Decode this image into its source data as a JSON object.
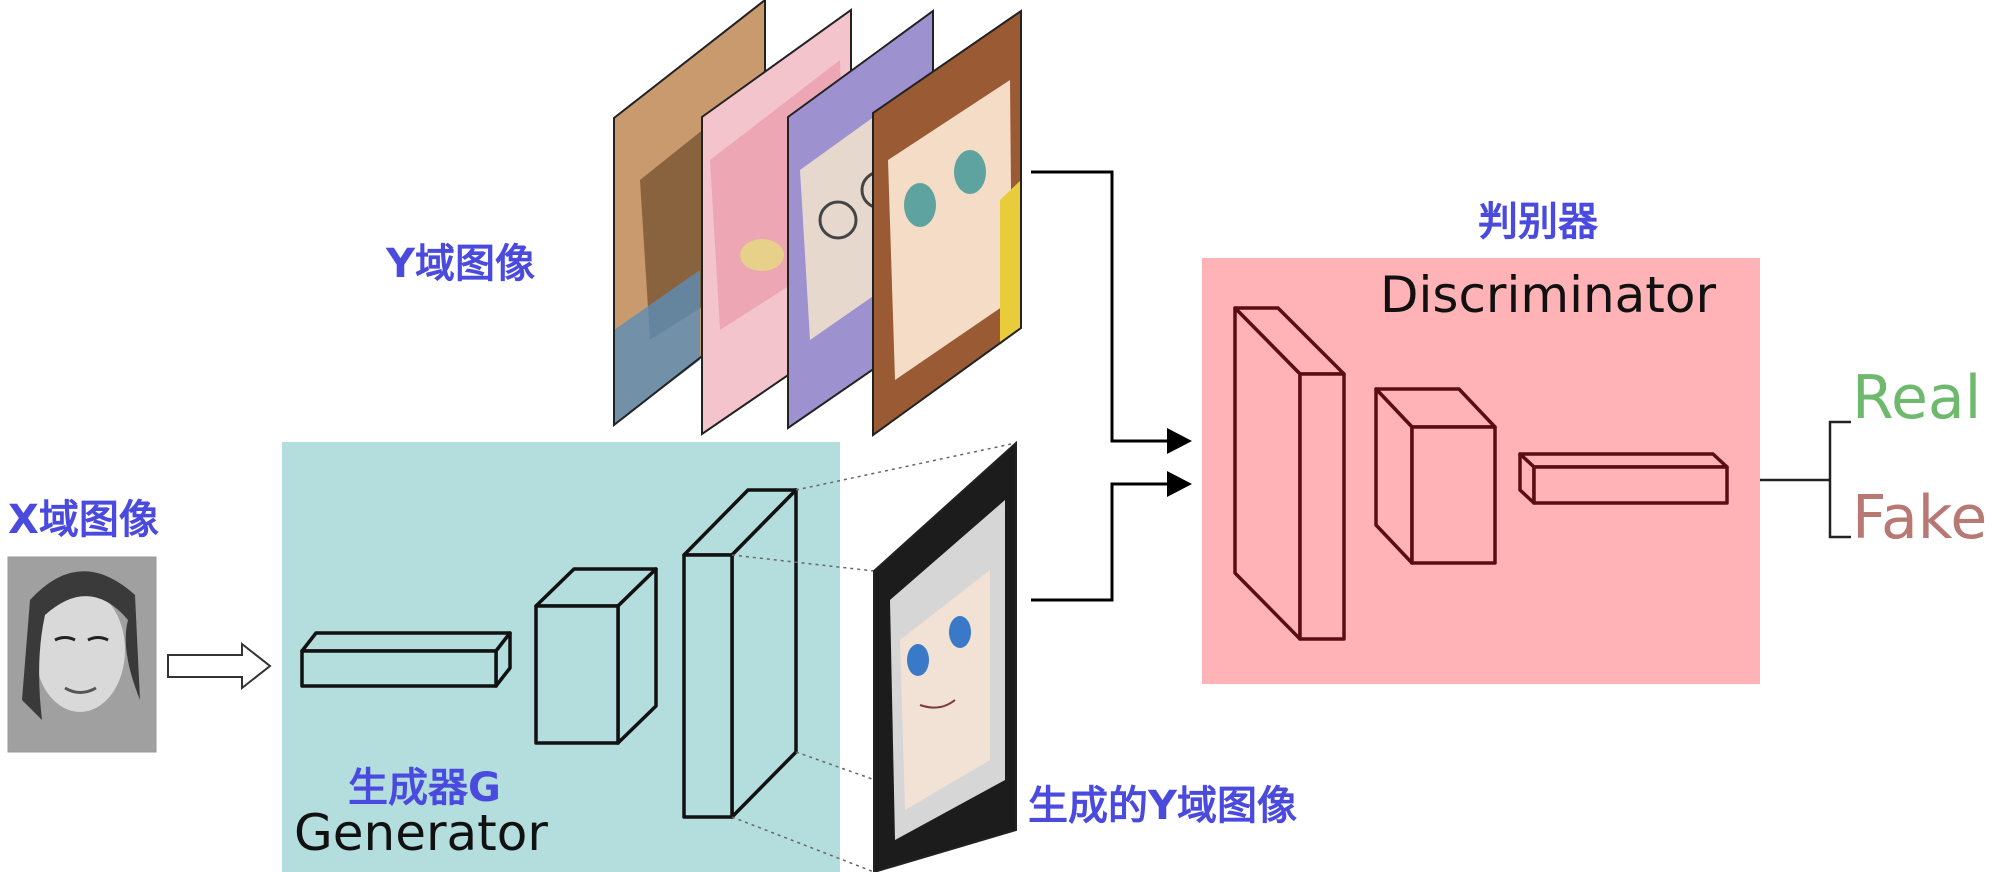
{
  "colors": {
    "label_blue": "#4a4adf",
    "generator_box": "#b3dedd",
    "discriminator_box": "#ffb3b6",
    "discriminator_line": "#5a0e10",
    "real": "#6fb96e",
    "fake": "#b87874",
    "text_black": "#111111"
  },
  "x_domain": {
    "label": "X域图像",
    "image": "grayscale-portrait-photo"
  },
  "y_domain": {
    "label": "Y域图像",
    "images": [
      "anime-face-brown-hair",
      "anime-face-pink-hair",
      "anime-face-purple-hair-glasses",
      "anime-face-brown-hair-teal-eyes"
    ]
  },
  "generator": {
    "label_cn": "生成器G",
    "label_en": "Generator"
  },
  "generated": {
    "label": "生成的Y域图像",
    "image": "anime-face-generated-silver-hair"
  },
  "discriminator": {
    "label_cn": "判别器",
    "label_en": "Discriminator"
  },
  "outputs": {
    "real": "Real",
    "fake": "Fake"
  }
}
